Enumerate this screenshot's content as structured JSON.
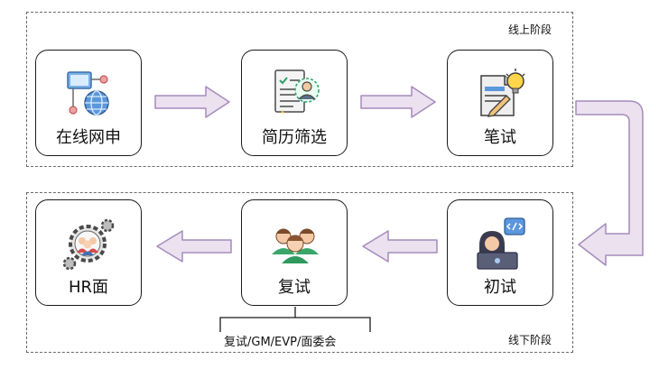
{
  "phases": {
    "online_label": "线上阶段",
    "offline_label": "线下阶段"
  },
  "steps": [
    {
      "label": "在线网申",
      "icon": "online-application-icon"
    },
    {
      "label": "简历筛选",
      "icon": "resume-screening-icon"
    },
    {
      "label": "笔试",
      "icon": "written-test-icon"
    },
    {
      "label": "初试",
      "icon": "first-interview-icon"
    },
    {
      "label": "复试",
      "icon": "second-interview-icon"
    },
    {
      "label": "HR面",
      "icon": "hr-interview-icon"
    }
  ],
  "note": "复试/GM/EVP/面委会",
  "colors": {
    "arrow_fill": "#ebe1ef",
    "arrow_stroke": "#a58bbb",
    "border": "#1b1b1b",
    "dash": "#6a6a6a"
  }
}
